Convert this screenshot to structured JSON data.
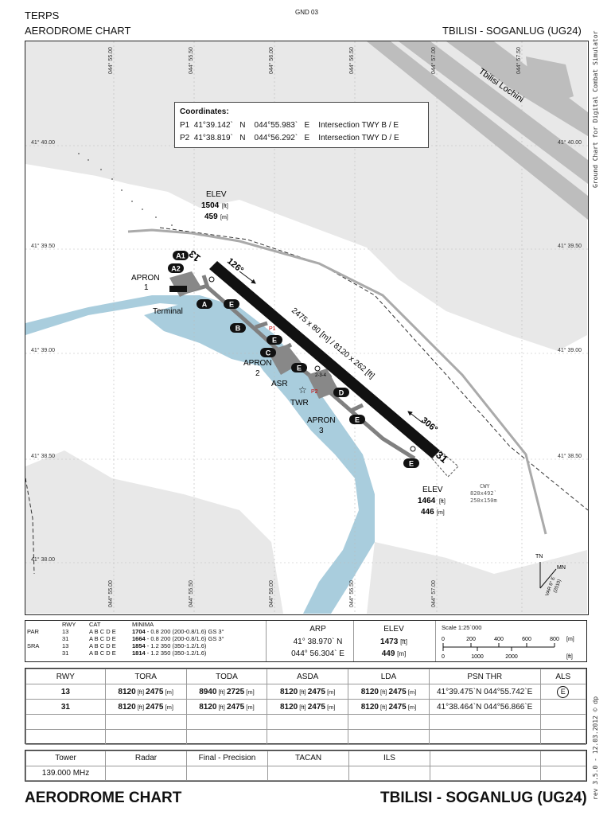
{
  "header": {
    "terps": "TERPS",
    "chart_type": "AERODROME CHART",
    "page_code": "GND 03",
    "airport": "TBILISI - SOGANLUG (UG24)"
  },
  "side_texts": {
    "right_top": "Ground Chart for Digital Combat Simulator",
    "right_bottom": "rev 3.5.0  -  12.03.2012 © dp"
  },
  "map": {
    "colors": {
      "water": "#a9cddd",
      "terrain": "#e8e8e8",
      "runway": "#111111",
      "taxiway": "#808080"
    },
    "lon_labels": [
      "044° 55.00",
      "044° 55.50",
      "044° 56.00",
      "044° 56.50",
      "044° 57.00",
      "044° 57.50"
    ],
    "lat_labels": [
      "41° 40.00",
      "41° 39.50",
      "41° 39.00",
      "41° 38.50",
      "41° 38.00"
    ],
    "coordinates_box": {
      "title": "Coordinates:",
      "rows": [
        {
          "id": "P1",
          "lat": "41°39.142`",
          "ns": "N",
          "lon": "044°55.983`",
          "ew": "E",
          "desc": "Intersection TWY B / E"
        },
        {
          "id": "P2",
          "lat": "41°38.819`",
          "ns": "N",
          "lon": "044°56.292`",
          "ew": "E",
          "desc": "Intersection TWY D / E"
        }
      ]
    },
    "city_label": "Tbilisi Lochini",
    "elev_nw": {
      "label": "ELEV",
      "ft": "1504",
      "ft_unit": "[ft]",
      "m": "459",
      "m_unit": "[m]"
    },
    "elev_se": {
      "label": "ELEV",
      "ft": "1464",
      "ft_unit": "[ft]",
      "m": "446",
      "m_unit": "[m]"
    },
    "runway_dims": "2475 x 80 [m] / 8120 x 262 [ft]",
    "heading_126": "126°",
    "heading_306": "306°",
    "rwy_13": "13",
    "rwy_31": "31",
    "apron1": [
      "APRON",
      "1"
    ],
    "apron2": [
      "APRON",
      "2"
    ],
    "apron3": [
      "APRON",
      "3"
    ],
    "terminal": "Terminal",
    "asr": "ASR",
    "twr": "TWR",
    "stand_label": "2-3-4",
    "p1": "P1",
    "p2": "P2",
    "cwy": [
      "CWY",
      "820x492`",
      "250x150m"
    ],
    "twy_tags": [
      "A1",
      "A2",
      "A",
      "E",
      "B",
      "E",
      "C",
      "E",
      "D",
      "E",
      "E"
    ],
    "north": {
      "tn": "TN",
      "mn": "MN",
      "var": "VAR 6° E",
      "year": "(2010)"
    }
  },
  "minima_table": {
    "headers": [
      "RWY",
      "CAT",
      "MINIMA"
    ],
    "rows": [
      {
        "type": "PAR",
        "rwy": "13",
        "cat": "A B C D E",
        "min_bold": "1704",
        "min_rest": " - 0.8 200 (200-0.8/1.6) GS 3°"
      },
      {
        "type": "",
        "rwy": "31",
        "cat": "A B C D E",
        "min_bold": "1664",
        "min_rest": " - 0.8 200 (200-0.8/1.6) GS 3°"
      },
      {
        "type": "SRA",
        "rwy": "13",
        "cat": "A B C D E",
        "min_bold": "1854",
        "min_rest": " - 1.2 350 (350-1.2/1.6)"
      },
      {
        "type": "",
        "rwy": "31",
        "cat": "A B C D E",
        "min_bold": "1814",
        "min_rest": " - 1.2 350 (350-1.2/1.6)"
      }
    ]
  },
  "arp": {
    "label": "ARP",
    "lat": "41° 38.970`  N",
    "lon": "044° 56.304`  E"
  },
  "elev_box": {
    "label": "ELEV",
    "ft": "1473",
    "ft_unit": "[ft]",
    "m": "449",
    "m_unit": "[m]"
  },
  "scale": {
    "label": "Scale 1:25`000",
    "m_ticks": [
      "0",
      "200",
      "400",
      "600",
      "800"
    ],
    "m_unit": "[m]",
    "ft_ticks": [
      "0",
      "1000",
      "2000"
    ],
    "ft_unit": "[ft]"
  },
  "runway_table": {
    "headers": [
      "RWY",
      "TORA",
      "TODA",
      "ASDA",
      "LDA",
      "PSN THR",
      "ALS"
    ],
    "rows": [
      {
        "rwy": "13",
        "tora": [
          "8120",
          "[ft]",
          "2475",
          "[m]"
        ],
        "toda": [
          "8940",
          "[ft]",
          "2725",
          "[m]"
        ],
        "asda": [
          "8120",
          "[ft]",
          "2475",
          "[m]"
        ],
        "lda": [
          "8120",
          "[ft]",
          "2475",
          "[m]"
        ],
        "psn": "41°39.475`N  044°55.742`E",
        "als": "E"
      },
      {
        "rwy": "31",
        "tora": [
          "8120",
          "[ft]",
          "2475",
          "[m]"
        ],
        "toda": [
          "8120",
          "[ft]",
          "2475",
          "[m]"
        ],
        "asda": [
          "8120",
          "[ft]",
          "2475",
          "[m]"
        ],
        "lda": [
          "8120",
          "[ft]",
          "2475",
          "[m]"
        ],
        "psn": "41°38.464`N  044°56.866`E",
        "als": ""
      }
    ]
  },
  "freq_table": {
    "headers": [
      "Tower",
      "Radar",
      "Final - Precision",
      "TACAN",
      "ILS",
      "",
      ""
    ],
    "values": [
      "139.000 MHz",
      "",
      "",
      "",
      "",
      "",
      ""
    ]
  },
  "footer": {
    "left": "AERODROME CHART",
    "right": "TBILISI - SOGANLUG (UG24)"
  }
}
